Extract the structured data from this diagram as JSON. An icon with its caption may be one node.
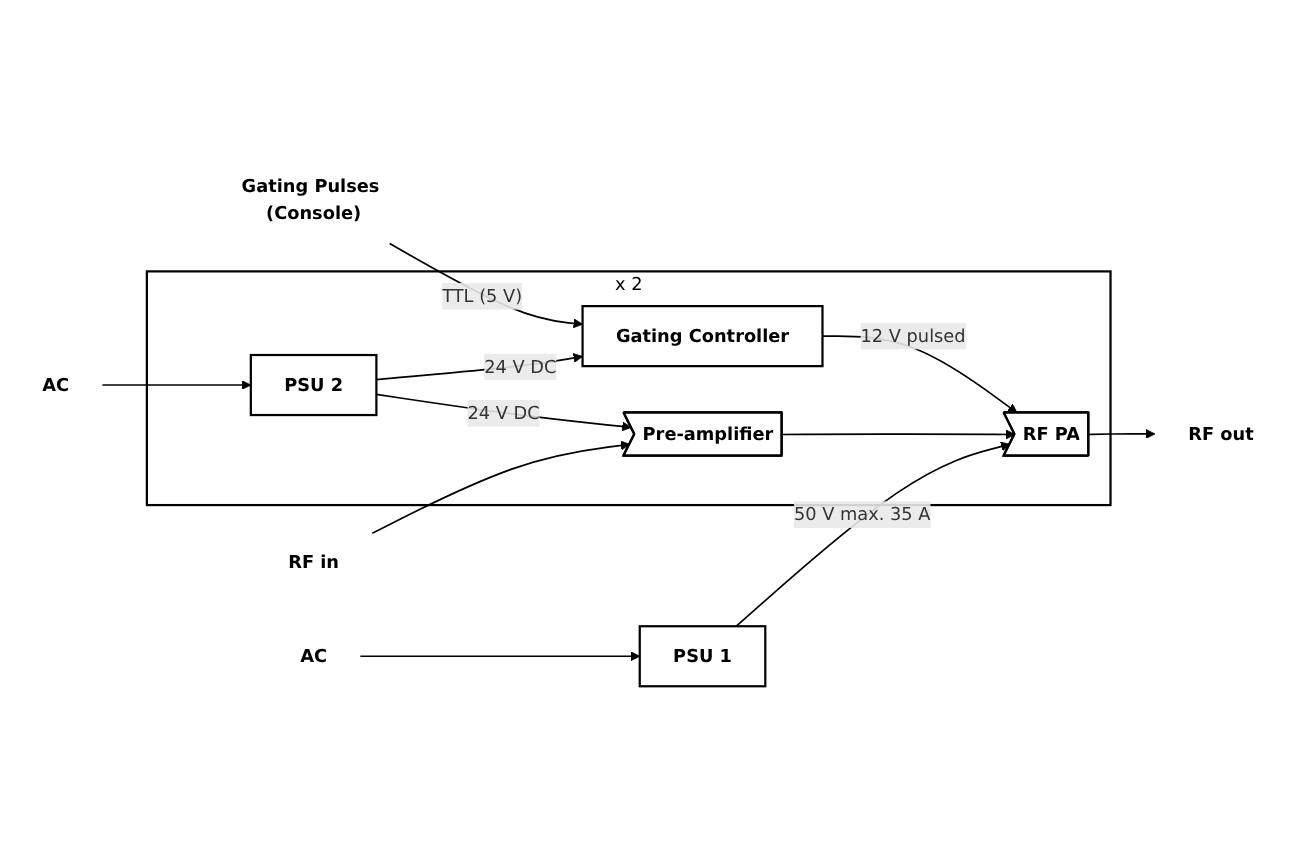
{
  "diagram": {
    "nodes": [
      {
        "text": [],
        "shape": "box",
        "beside": [
          "x 2"
        ]
      },
      {
        "text": [
          "AC"
        ]
      },
      {
        "text": [
          "Gating Pulses (Console)"
        ]
      },
      {
        "text": [
          "PSU 2"
        ],
        "in": 0
      },
      {
        "text": [
          "Gating Controller"
        ],
        "in": 0
      },
      {
        "text": [
          "Pre-amplifier"
        ],
        "in": 0
      },
      {
        "text": [
          "RF PA"
        ],
        "in": 0
      },
      {
        "text": [
          "RF in"
        ]
      },
      {
        "text": [
          "RF out"
        ]
      },
      {
        "text": [
          "AC"
        ]
      },
      {
        "text": [
          "PSU 1"
        ]
      }
    ],
    "edges": [
      {
        "from": 1,
        "to": 3,
        "arrow": "to"
      },
      {
        "from": 2,
        "to": 4,
        "arrow": "to",
        "label": "TTL (5 V)"
      },
      {
        "from": 3,
        "to": 4,
        "arrow": "to",
        "label": "24 V DC"
      },
      {
        "from": 3,
        "to": 5,
        "arrow": "to",
        "label": "24 V DC"
      },
      {
        "from": 4,
        "to": 6,
        "arrow": "to",
        "label": "12 V pulsed"
      },
      {
        "from": 7,
        "to": 5,
        "arrow": "to"
      },
      {
        "from": 5,
        "to": 6,
        "arrow": "to"
      },
      {
        "from": 6,
        "to": 8,
        "arrow": "to"
      },
      {
        "from": 10,
        "to": 6,
        "arrow": "to",
        "label": "50 V max. 35 A"
      },
      {
        "from": 9,
        "to": 10,
        "arrow": "to"
      }
    ]
  }
}
